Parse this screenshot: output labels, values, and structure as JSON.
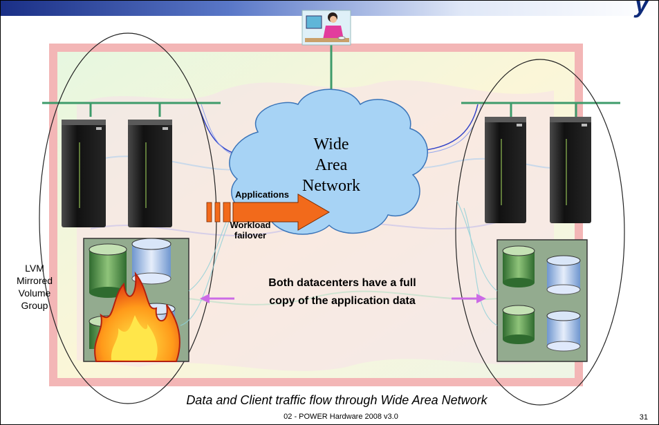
{
  "header": {
    "title_fragment": "y"
  },
  "cloud": {
    "line1": "Wide",
    "line2": "Area",
    "line3": "Network"
  },
  "arrow_label": {
    "top": "Applications",
    "bottom_line1": "Workload",
    "bottom_line2": "failover"
  },
  "left_label": {
    "line1": "LVM",
    "line2": "Mirrored",
    "line3": "Volume",
    "line4": "Group"
  },
  "center_message": {
    "line1": "Both datacenters have a full",
    "line2": "copy of the application data"
  },
  "caption": "Data and Client traffic flow through Wide Area Network",
  "footer": {
    "version": "02 - POWER Hardware 2008 v3.0",
    "page_number": "31"
  },
  "colors": {
    "network_line": "#3d9b6a",
    "arrow": "#f26a1b",
    "double_arrow": "#cc6be6",
    "cloud_fill": "#a7d3f5",
    "map_border": "#f3b6b6"
  },
  "icons": [
    "user-at-computer-icon",
    "server-rack-icon",
    "disk-storage-icon",
    "fire-icon"
  ]
}
